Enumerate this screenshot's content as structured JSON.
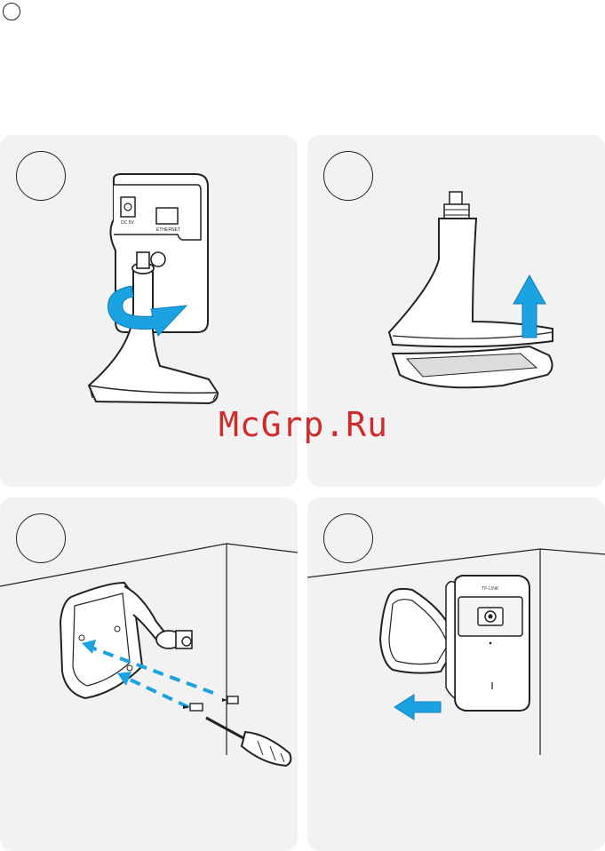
{
  "watermark": {
    "text": "McGrp.Ru"
  },
  "steps": [
    {
      "id": 1,
      "action": "rotate-stand",
      "arrow_color": "#1aa3e0"
    },
    {
      "id": 2,
      "action": "remove-base",
      "arrow_color": "#1aa3e0"
    },
    {
      "id": 3,
      "action": "screw-to-wall",
      "arrow_color": "#1aa3e0"
    },
    {
      "id": 4,
      "action": "attach-camera",
      "arrow_color": "#1aa3e0"
    }
  ],
  "labels": {
    "port_power": "DC 5V",
    "port_ethernet": "ETHERNET",
    "brand": "TP-LINK"
  },
  "colors": {
    "panel_bg": "#f2f2f3",
    "accent": "#1aa3e0",
    "watermark": "#cc1b1b"
  }
}
